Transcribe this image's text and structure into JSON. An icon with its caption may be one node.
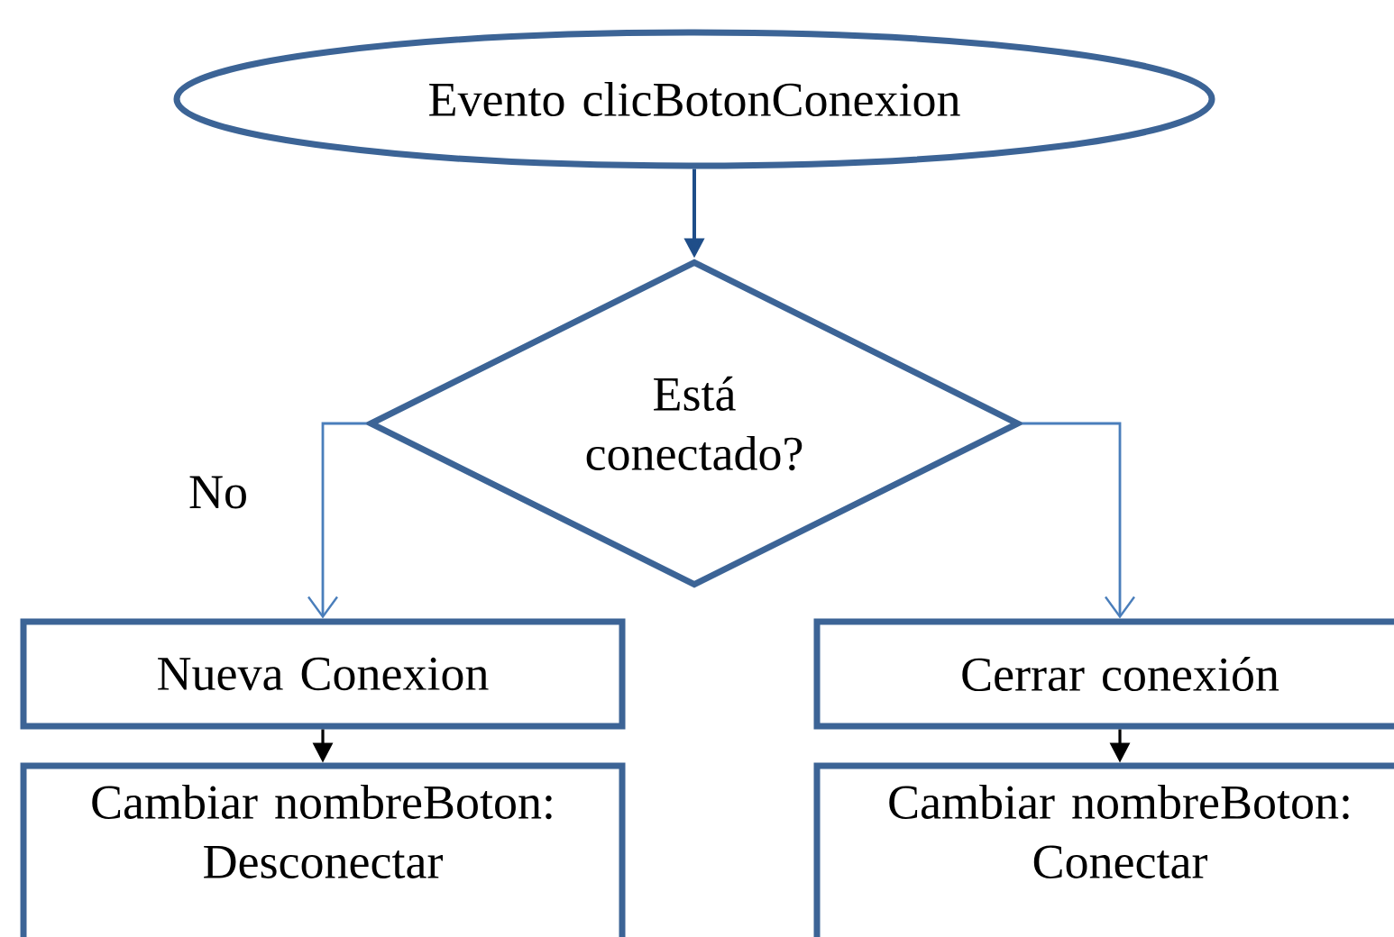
{
  "diagram": {
    "nodes": [
      {
        "text": [
          "Evento clicBotonConexion"
        ]
      },
      {
        "text": [
          "Está conectado?"
        ]
      },
      {
        "text": [
          "Nueva Conexion"
        ]
      },
      {
        "text": [
          "Cambiar nombreBoton: Desconectar"
        ]
      },
      {
        "text": [
          "Cerrar conexión"
        ]
      },
      {
        "text": [
          "Cambiar nombreBoton: Conectar"
        ]
      }
    ],
    "edges": [
      {
        "from": 0,
        "to": 1,
        "arrow": "to",
        "color": "#1f4e89"
      },
      {
        "from": 1,
        "to": 2,
        "arrow": "to",
        "label": "No",
        "color": "#4a7ebb"
      },
      {
        "from": 1,
        "to": 4,
        "arrow": "to",
        "color": "#4a7ebb"
      },
      {
        "from": 2,
        "to": 3,
        "arrow": "to",
        "color": "#000000"
      },
      {
        "from": 4,
        "to": 5,
        "arrow": "to",
        "color": "#000000"
      }
    ]
  }
}
